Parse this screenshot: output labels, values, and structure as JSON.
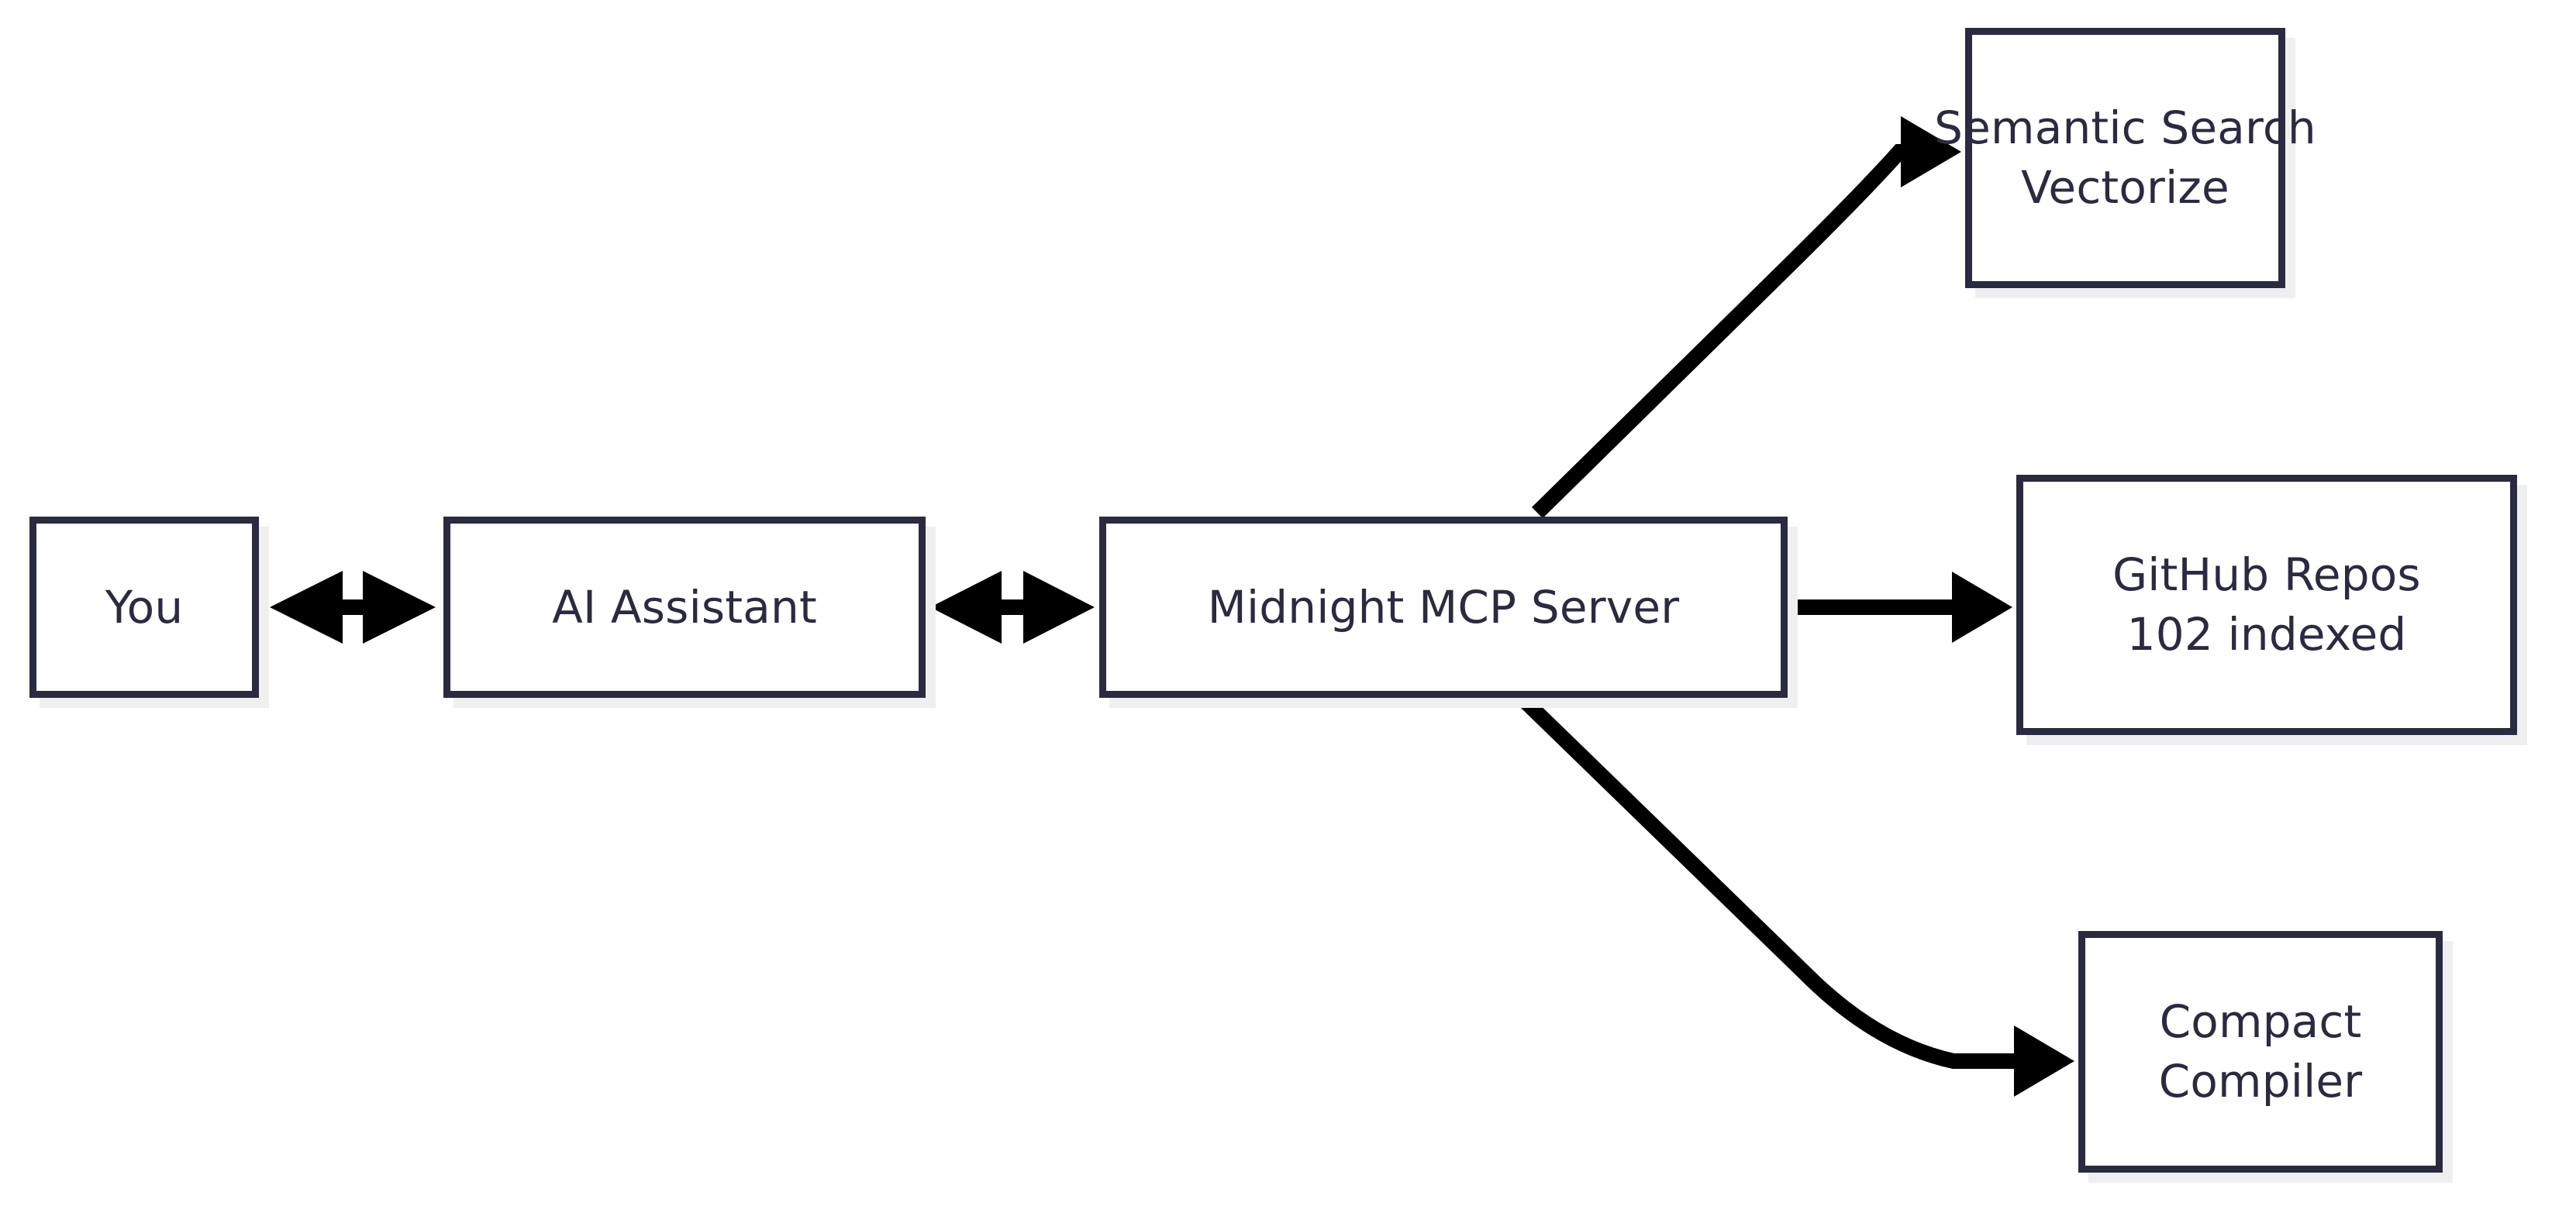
{
  "diagram": {
    "type": "flowchart",
    "orientation": "left-to-right",
    "background_color": "#ffffff",
    "node_border_color": "#2a2a40",
    "node_fill_color": "#ffffff",
    "node_shadow_color": "#efefef",
    "edge_color": "#000000",
    "nodes": [
      {
        "id": "you",
        "lines": [
          "You"
        ],
        "line1": "You",
        "line2": ""
      },
      {
        "id": "ai-assistant",
        "lines": [
          "AI Assistant"
        ],
        "line1": "AI Assistant",
        "line2": ""
      },
      {
        "id": "mcp-server",
        "lines": [
          "Midnight MCP Server"
        ],
        "line1": "Midnight MCP Server",
        "line2": ""
      },
      {
        "id": "semantic-search",
        "lines": [
          "Semantic Search",
          "Vectorize"
        ],
        "line1": "Semantic Search",
        "line2": "Vectorize"
      },
      {
        "id": "github-repos",
        "lines": [
          "GitHub Repos",
          "102 indexed"
        ],
        "line1": "GitHub Repos",
        "line2": "102 indexed"
      },
      {
        "id": "compact-compiler",
        "lines": [
          "Compact",
          "Compiler"
        ],
        "line1": "Compact",
        "line2": "Compiler"
      }
    ],
    "edges": [
      {
        "id": "you-ai",
        "from": "you",
        "to": "ai-assistant",
        "style": "straight",
        "arrow": "double",
        "label": ""
      },
      {
        "id": "ai-mcp",
        "from": "ai-assistant",
        "to": "mcp-server",
        "style": "straight",
        "arrow": "double",
        "label": ""
      },
      {
        "id": "mcp-semantic",
        "from": "mcp-server",
        "to": "semantic-search",
        "style": "curved",
        "arrow": "single",
        "label": ""
      },
      {
        "id": "mcp-github",
        "from": "mcp-server",
        "to": "github-repos",
        "style": "straight",
        "arrow": "single",
        "label": ""
      },
      {
        "id": "mcp-compact",
        "from": "mcp-server",
        "to": "compact-compiler",
        "style": "curved",
        "arrow": "single",
        "label": ""
      }
    ]
  }
}
